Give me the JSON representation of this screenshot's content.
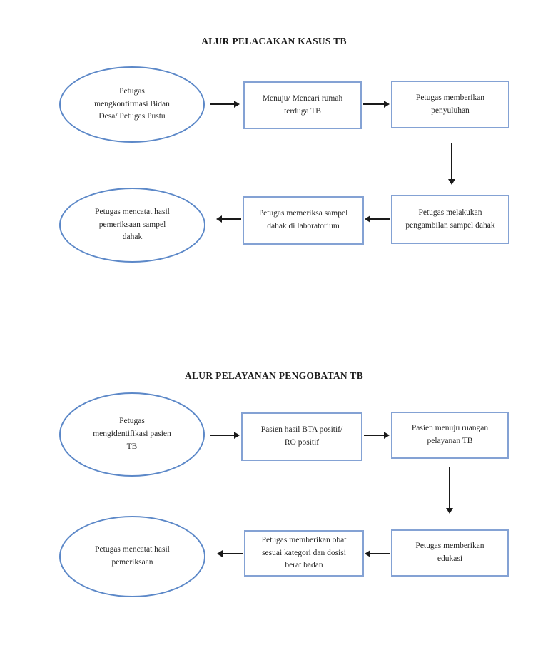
{
  "colors": {
    "box_border": "#84a2d4",
    "ellipse_border": "#5c88c8",
    "arrow": "#1a1a1a",
    "text": "#262626",
    "background": "#ffffff"
  },
  "charts": [
    {
      "title": "ALUR PELACAKAN KASUS TB",
      "nodes": {
        "start": "Petugas\nmengkonfirmasi Bidan\nDesa/ Petugas Pustu",
        "step1": "Menuju/ Mencari rumah\nterduga TB",
        "step2": "Petugas memberikan\npenyuluhan",
        "step3": "Petugas melakukan\npengambilan sampel dahak",
        "step4": "Petugas memeriksa sampel\ndahak di laboratorium",
        "end": "Petugas mencatat hasil\npemeriksaan sampel\ndahak"
      },
      "flow": [
        {
          "from": "start",
          "to": "step1",
          "direction": "right"
        },
        {
          "from": "step1",
          "to": "step2",
          "direction": "right"
        },
        {
          "from": "step2",
          "to": "step3",
          "direction": "down"
        },
        {
          "from": "step3",
          "to": "step4",
          "direction": "left"
        },
        {
          "from": "step4",
          "to": "end",
          "direction": "left"
        }
      ]
    },
    {
      "title": "ALUR PELAYANAN PENGOBATAN TB",
      "nodes": {
        "start": "Petugas\nmengidentifikasi pasien\nTB",
        "step1": "Pasien hasil BTA positif/\nRO positif",
        "step2": "Pasien menuju ruangan\npelayanan TB",
        "step3": "Petugas memberikan\nedukasi",
        "step4": "Petugas memberikan obat\nsesuai kategori dan dosisi\nberat badan",
        "end": "Petugas mencatat hasil\npemeriksaan"
      },
      "flow": [
        {
          "from": "start",
          "to": "step1",
          "direction": "right"
        },
        {
          "from": "step1",
          "to": "step2",
          "direction": "right"
        },
        {
          "from": "step2",
          "to": "step3",
          "direction": "down"
        },
        {
          "from": "step3",
          "to": "step4",
          "direction": "left"
        },
        {
          "from": "step4",
          "to": "end",
          "direction": "left"
        }
      ]
    }
  ]
}
